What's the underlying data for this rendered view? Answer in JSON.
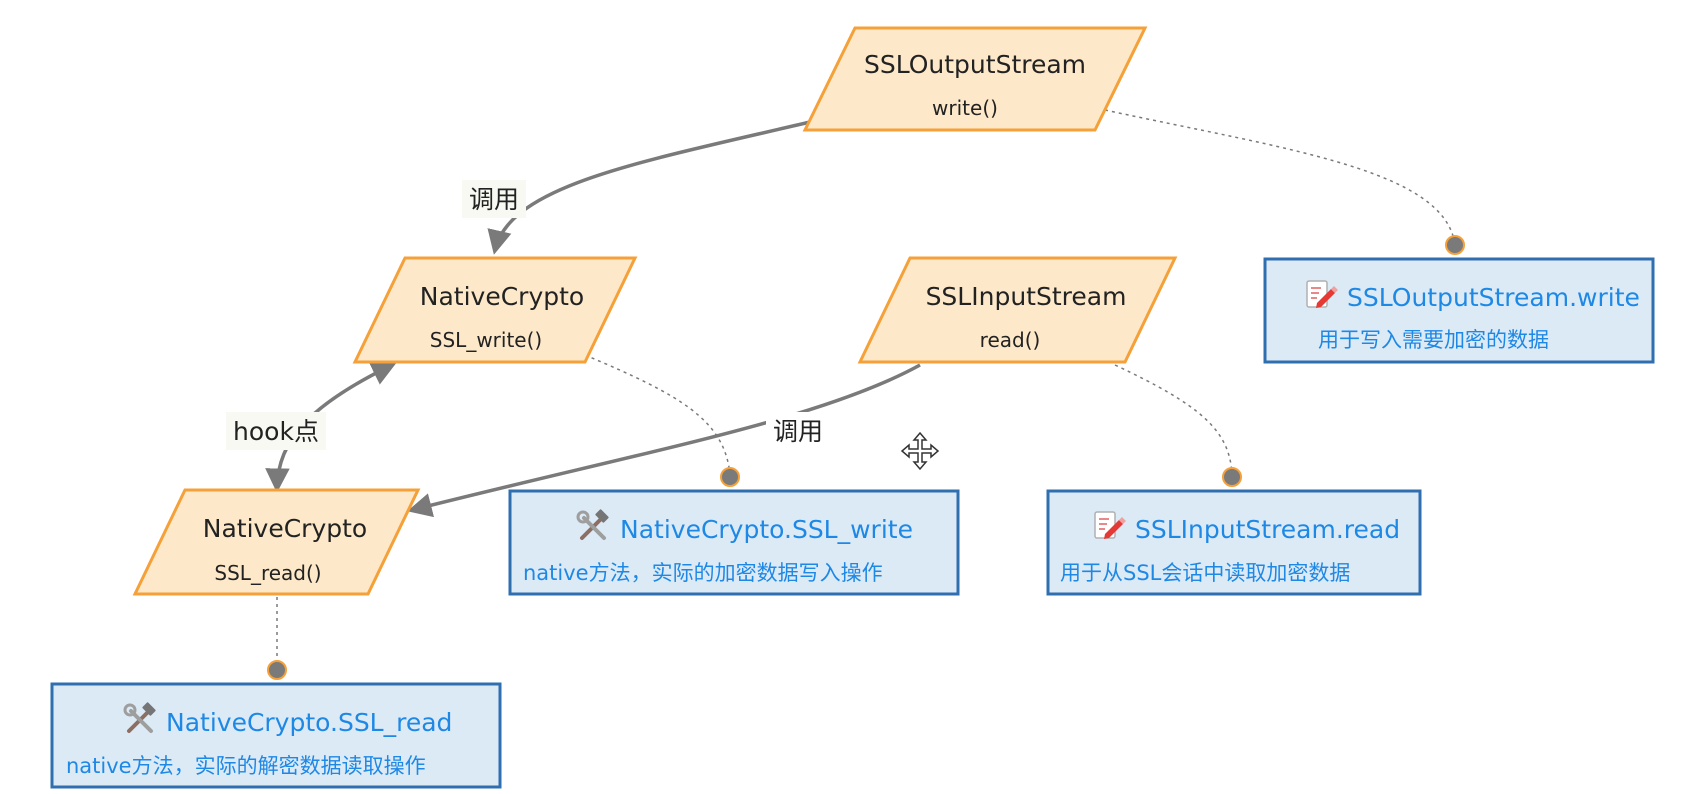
{
  "nodes": [
    {
      "id": "ssl-output-stream",
      "title": "SSLOutputStream",
      "method": "write()"
    },
    {
      "id": "native-crypto-write",
      "title": "NativeCrypto",
      "method": "SSL_write()"
    },
    {
      "id": "ssl-input-stream",
      "title": "SSLInputStream",
      "method": "read()"
    },
    {
      "id": "native-crypto-read",
      "title": "NativeCrypto",
      "method": "SSL_read()"
    }
  ],
  "notes": [
    {
      "id": "note-ssl-output-write",
      "icon": "memo-pencil-icon",
      "title": "SSLOutputStream.write",
      "desc": "用于写入需要加密的数据"
    },
    {
      "id": "note-native-ssl-write",
      "icon": "hammer-wrench-icon",
      "title": "NativeCrypto.SSL_write",
      "desc": "native方法，实际的加密数据写入操作"
    },
    {
      "id": "note-ssl-input-read",
      "icon": "memo-pencil-icon",
      "title": "SSLInputStream.read",
      "desc": "用于从SSL会话中读取加密数据"
    },
    {
      "id": "note-native-ssl-read",
      "icon": "hammer-wrench-icon",
      "title": "NativeCrypto.SSL_read",
      "desc": "native方法，实际的解密数据读取操作"
    }
  ],
  "edges": [
    {
      "id": "edge-output-to-write",
      "from": "ssl-output-stream",
      "to": "native-crypto-write",
      "label": "调用"
    },
    {
      "id": "edge-hook",
      "from": "native-crypto-write",
      "to": "native-crypto-read",
      "label": "hook点",
      "bidirectional": true
    },
    {
      "id": "edge-input-to-read",
      "from": "ssl-input-stream",
      "to": "native-crypto-read",
      "label": "调用"
    }
  ],
  "colors": {
    "node_fill": "#fde9c9",
    "node_stroke": "#f5a038",
    "note_fill": "#dceaf6",
    "note_stroke": "#2f6fb0",
    "note_text": "#1e88e5",
    "edge": "#7a7a7a",
    "connector_dot": "#7a7a7a"
  }
}
